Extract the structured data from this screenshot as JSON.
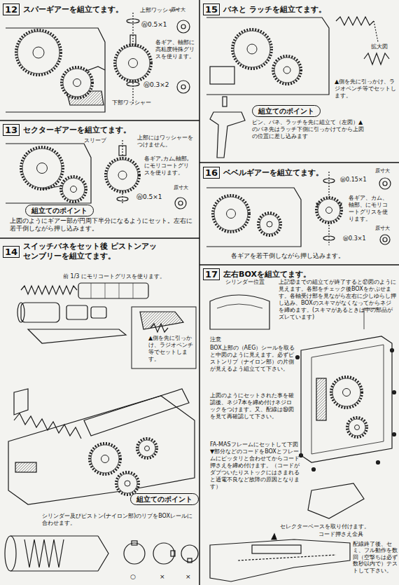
{
  "diagram": {
    "nodes": [
      {
        "text": [
          "12",
          "スパーギアーを組立てます。"
        ]
      },
      {
        "text": [
          "13",
          "セクターギアーを組立てます。"
        ]
      },
      {
        "text": [
          "組立てのポイント"
        ]
      },
      {
        "text": [
          "14",
          "スイッチバネをセット後 ピストンアッセンブリーを組立てます。"
        ]
      },
      {
        "text": [
          "組立てのポイント"
        ]
      },
      {
        "text": [
          "15",
          "バネと ラッチを組立てます。"
        ]
      },
      {
        "text": [
          "組立てのポイント"
        ]
      },
      {
        "text": [
          "16",
          "ベベルギアーを組立てます。"
        ]
      },
      {
        "text": [
          "17",
          "左右BOXを組立てます。"
        ]
      }
    ],
    "labels": [
      "上部ワッシャー",
      "原寸大",
      "Ⓦ0.5×1",
      "各ギア、軸部に高粘度特殊グリスを使ります。",
      "Ⓦ0.3×2",
      "下部ワッシャー",
      "スリーブ",
      "上部にはワッシャーをつけません。",
      "各ギア,カム,軸部,にモリコートグリスを使ります。",
      "Ⓦ0.5×1",
      "原寸大",
      "上図のようにギアー部が円周下半分になるようにセット。左右に若干倒しながら押し込みます。",
      "前 1/3 にモリコートグリスを使ります。",
      "▲側を先に引っかけ、ラジオペンチ等でセットします。",
      "シリンダー及びピストン(ナイロン部)のリブをBOXレールに合わせます。",
      "○",
      "×",
      "×",
      "拡大図",
      "▲側を先に引っかけ、ラジオペンチ等でセットします。",
      "ピン、バネ、ラッチを先に組立て（左図）▲のバネ先はラッチ下側に引っかけてから上図の位置に差し込みます",
      "原寸大",
      "Ⓦ0.15×1",
      "各ギア、カム、軸部、にモリコートグリスを使ります。",
      "Ⓦ0.3×1",
      "原寸大",
      "各ギアを若干倒しながら押し込みます。",
      "シリンダー位置",
      "上記⑫までの組立てが終了すると⑰図のように見えます。各部をチェック後BOXをかぶせます。各軸受け部を見ながら左右に少しゆらし押し込み、BOXのスキマがなくなってからネジを締めます。(スキマがあるときは中の部品がズレています)",
      "注意",
      "BOX上部の（AEG）シールを取ると中図のように見えます。必ずピストンリブ（ナイロン部）の片側が見えるよう組立てて下さい。",
      "上図のようにセットされた事を確認後、ネジ7本を締め付けネジロックをつけます。又、配線は⑲図を見て再確認して下さい。",
      "FA-MASフレームにセットして下図▼部分などのコードをBOXとフレームにピッタリと合わせてからコード押さえを締め付けます。（コードがダブついたりストックにはさまれると通電不良など故障の原因となります）",
      "セレクターベースを取り付けます。",
      "コード押さえ金具",
      "配線終了後、セミ、フル動作を数回（空撃ちは必ず数秒以内で）テストして下さい。"
    ]
  }
}
